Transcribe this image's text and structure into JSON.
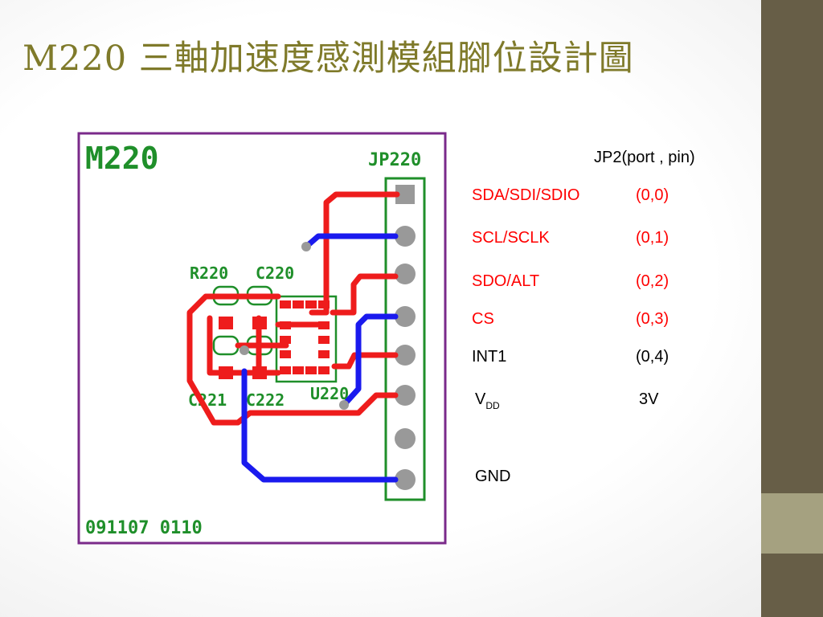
{
  "slide": {
    "title": "M220 三軸加速度感測模組腳位設計圖",
    "colors": {
      "sidebar": "#675e47",
      "sidebar_accent": "#a5a180",
      "title": "#7f7a2a",
      "pcb_green": "#1f8f2a",
      "trace_red": "#ee1c1c",
      "trace_blue": "#1a1aee",
      "outline": "#7a2a8a"
    }
  },
  "board": {
    "name": "M220",
    "connector": "JP220",
    "labels": {
      "r220": "R220",
      "c220": "C220",
      "c221": "C221",
      "c222": "C222",
      "u220": "U220"
    },
    "date_code": "091107  0110"
  },
  "legend": {
    "header": "JP2(port , pin)",
    "rows": [
      {
        "name": "SDA/SDI/SDIO",
        "pin": "(0,0)",
        "color": "#ff0000"
      },
      {
        "name": "SCL/SCLK",
        "pin": "(0,1)",
        "color": "#ff0000"
      },
      {
        "name": "SDO/ALT",
        "pin": "(0,2)",
        "color": "#ff0000"
      },
      {
        "name": "CS",
        "pin": "(0,3)",
        "color": "#ff0000"
      },
      {
        "name": "INT1",
        "pin": "(0,4)",
        "color": "#000000"
      }
    ],
    "vdd": {
      "name_main": "V",
      "name_sub": "DD",
      "value": "3V"
    },
    "gnd": {
      "name": "GND"
    }
  }
}
